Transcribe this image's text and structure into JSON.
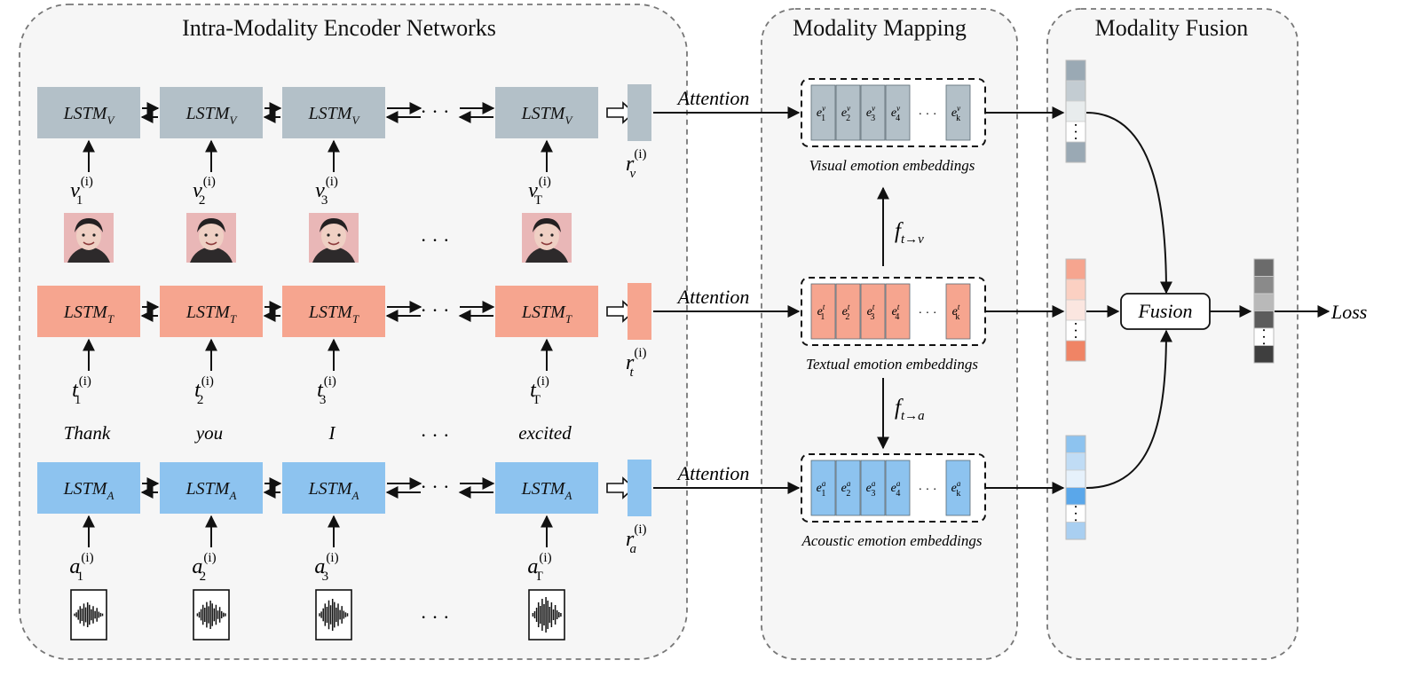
{
  "panels": {
    "encoder": "Intra-Modality Encoder Networks",
    "mapping": "Modality Mapping",
    "fusion": "Modality Fusion"
  },
  "colors": {
    "visual": "#b3c0c8",
    "textual": "#f6a58f",
    "acoustic": "#8dc3ef",
    "panel_bg": "#f6f6f6",
    "panel_border": "#777777"
  },
  "rows": [
    {
      "id": "visual",
      "lstm_base": "LSTM",
      "lstm_sub": "V",
      "input_base": "v",
      "input_subs": [
        "1",
        "2",
        "3",
        "T"
      ],
      "input_sup": "(i)",
      "rep_base": "r",
      "rep_sub": "v",
      "rep_sup": "(i)",
      "attention": "Attention",
      "emb_base": "e",
      "emb_sup": "v",
      "emb_subs": [
        "1",
        "2",
        "3",
        "4",
        "k"
      ],
      "emb_label": "Visual emotion embeddings",
      "content_type": "face-image"
    },
    {
      "id": "textual",
      "lstm_base": "LSTM",
      "lstm_sub": "T",
      "input_base": "t",
      "input_subs": [
        "1",
        "2",
        "3",
        "T"
      ],
      "input_sup": "(i)",
      "rep_base": "r",
      "rep_sub": "t",
      "rep_sup": "(i)",
      "attention": "Attention",
      "emb_base": "e",
      "emb_sup": "t",
      "emb_subs": [
        "1",
        "2",
        "3",
        "4",
        "k"
      ],
      "emb_label": "Textual emotion embeddings",
      "words": [
        "Thank",
        "you",
        "I",
        "excited"
      ],
      "content_type": "word"
    },
    {
      "id": "acoustic",
      "lstm_base": "LSTM",
      "lstm_sub": "A",
      "input_base": "a",
      "input_subs": [
        "1",
        "2",
        "3",
        "T"
      ],
      "input_sup": "(i)",
      "rep_base": "r",
      "rep_sub": "a",
      "rep_sup": "(i)",
      "attention": "Attention",
      "emb_base": "e",
      "emb_sup": "a",
      "emb_subs": [
        "1",
        "2",
        "3",
        "4",
        "k"
      ],
      "emb_label": "Acoustic emotion embeddings",
      "content_type": "waveform"
    }
  ],
  "ellipsis": "· · ·",
  "mappings": {
    "to_visual": {
      "base": "f",
      "sub": "t→v"
    },
    "to_acoustic": {
      "base": "f",
      "sub": "t→a"
    }
  },
  "fusion_label": "Fusion",
  "loss_label": "Loss",
  "vector_cells": {
    "visual": [
      "#9aa9b4",
      "#c3ccd2",
      "#e8eced",
      "#ffffff",
      "#9aa9b4"
    ],
    "textual": [
      "#f6a58f",
      "#fbd0c2",
      "#fbe6e0",
      "#ffffff",
      "#f08465"
    ],
    "acoustic": [
      "#8dc3ef",
      "#c0dcf5",
      "#e6f1fb",
      "#5aa7ea",
      "#ffffff",
      "#a9cff1"
    ],
    "fused": [
      "#6b6b6b",
      "#8a8a8a",
      "#b9b9b9",
      "#5c5c5c",
      "#ffffff",
      "#3e3e3e"
    ]
  }
}
